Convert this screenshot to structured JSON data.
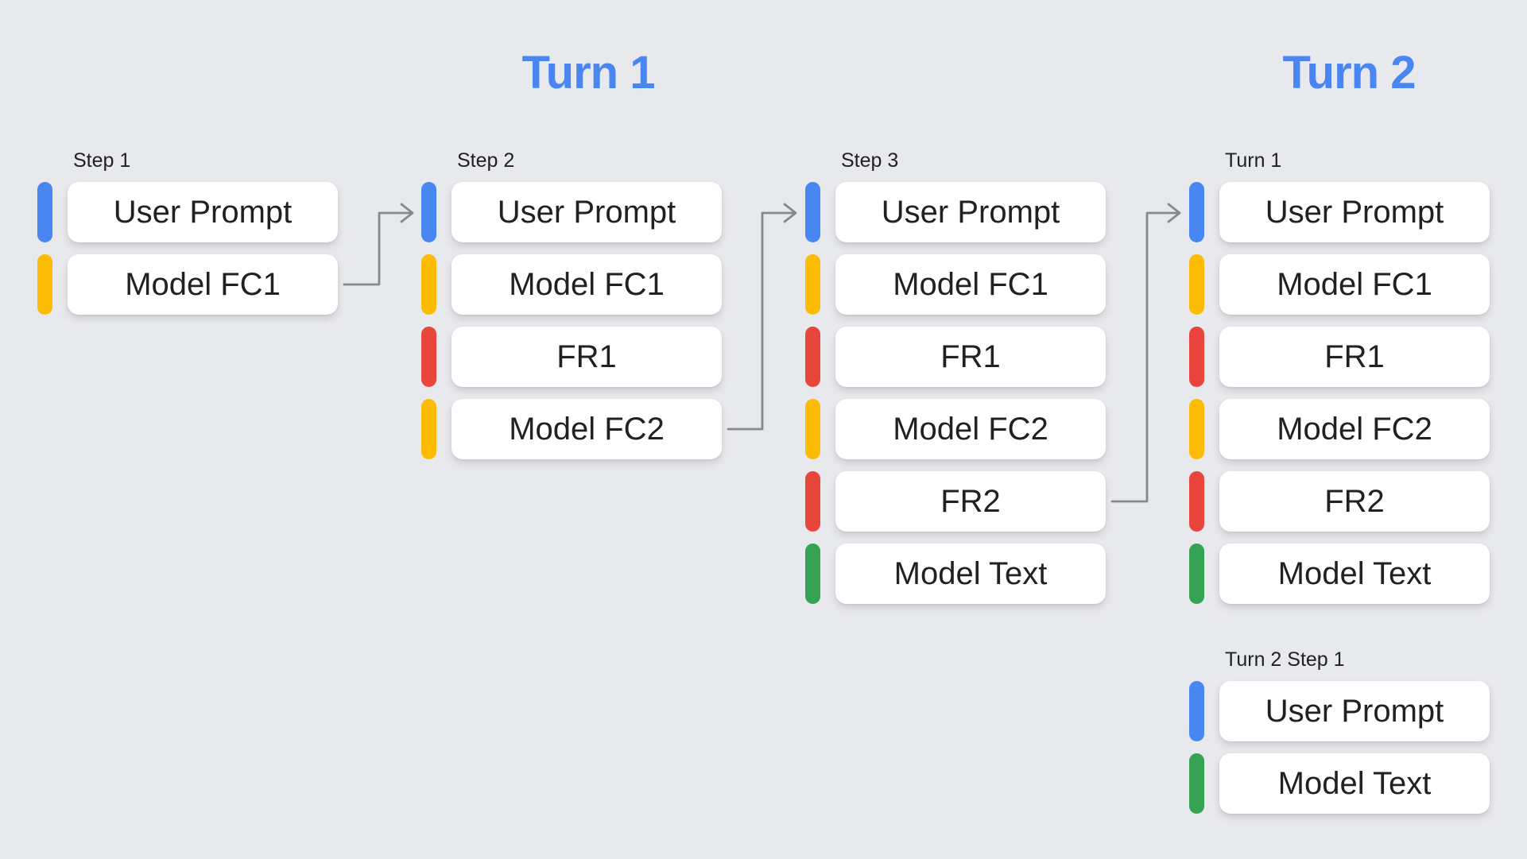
{
  "colors": {
    "background": "#e8e9ed",
    "card": "#ffffff",
    "text": "#202124",
    "label": "#202124",
    "heading": "#4a86f2",
    "user": "#4886f2",
    "function-call": "#fcbb05",
    "function-response": "#e8453c",
    "model-text": "#35a254",
    "arrow": "#85898e"
  },
  "headings": {
    "turn1": "Turn 1",
    "turn2": "Turn 2"
  },
  "groups": [
    {
      "label": "Step 1",
      "items": [
        {
          "text": "User Prompt",
          "type": "user"
        },
        {
          "text": "Model FC1",
          "type": "function-call"
        }
      ]
    },
    {
      "label": "Step 2",
      "items": [
        {
          "text": "User Prompt",
          "type": "user"
        },
        {
          "text": "Model FC1",
          "type": "function-call"
        },
        {
          "text": "FR1",
          "type": "function-response"
        },
        {
          "text": "Model FC2",
          "type": "function-call"
        }
      ]
    },
    {
      "label": "Step 3",
      "items": [
        {
          "text": "User Prompt",
          "type": "user"
        },
        {
          "text": "Model FC1",
          "type": "function-call"
        },
        {
          "text": "FR1",
          "type": "function-response"
        },
        {
          "text": "Model FC2",
          "type": "function-call"
        },
        {
          "text": "FR2",
          "type": "function-response"
        },
        {
          "text": "Model Text",
          "type": "model-text"
        }
      ]
    },
    {
      "label": "Turn 1",
      "items": [
        {
          "text": "User Prompt",
          "type": "user"
        },
        {
          "text": "Model FC1",
          "type": "function-call"
        },
        {
          "text": "FR1",
          "type": "function-response"
        },
        {
          "text": "Model FC2",
          "type": "function-call"
        },
        {
          "text": "FR2",
          "type": "function-response"
        },
        {
          "text": "Model Text",
          "type": "model-text"
        }
      ]
    },
    {
      "label": "Turn 2 Step 1",
      "items": [
        {
          "text": "User Prompt",
          "type": "user"
        },
        {
          "text": "Model Text",
          "type": "model-text"
        }
      ]
    }
  ],
  "arrows": [
    {
      "from": "Step 1 / Model FC1",
      "to": "Step 2 / User Prompt"
    },
    {
      "from": "Step 2 / Model FC2",
      "to": "Step 3 / User Prompt"
    },
    {
      "from": "Step 3 / FR2",
      "to": "Turn 1 / User Prompt"
    }
  ]
}
